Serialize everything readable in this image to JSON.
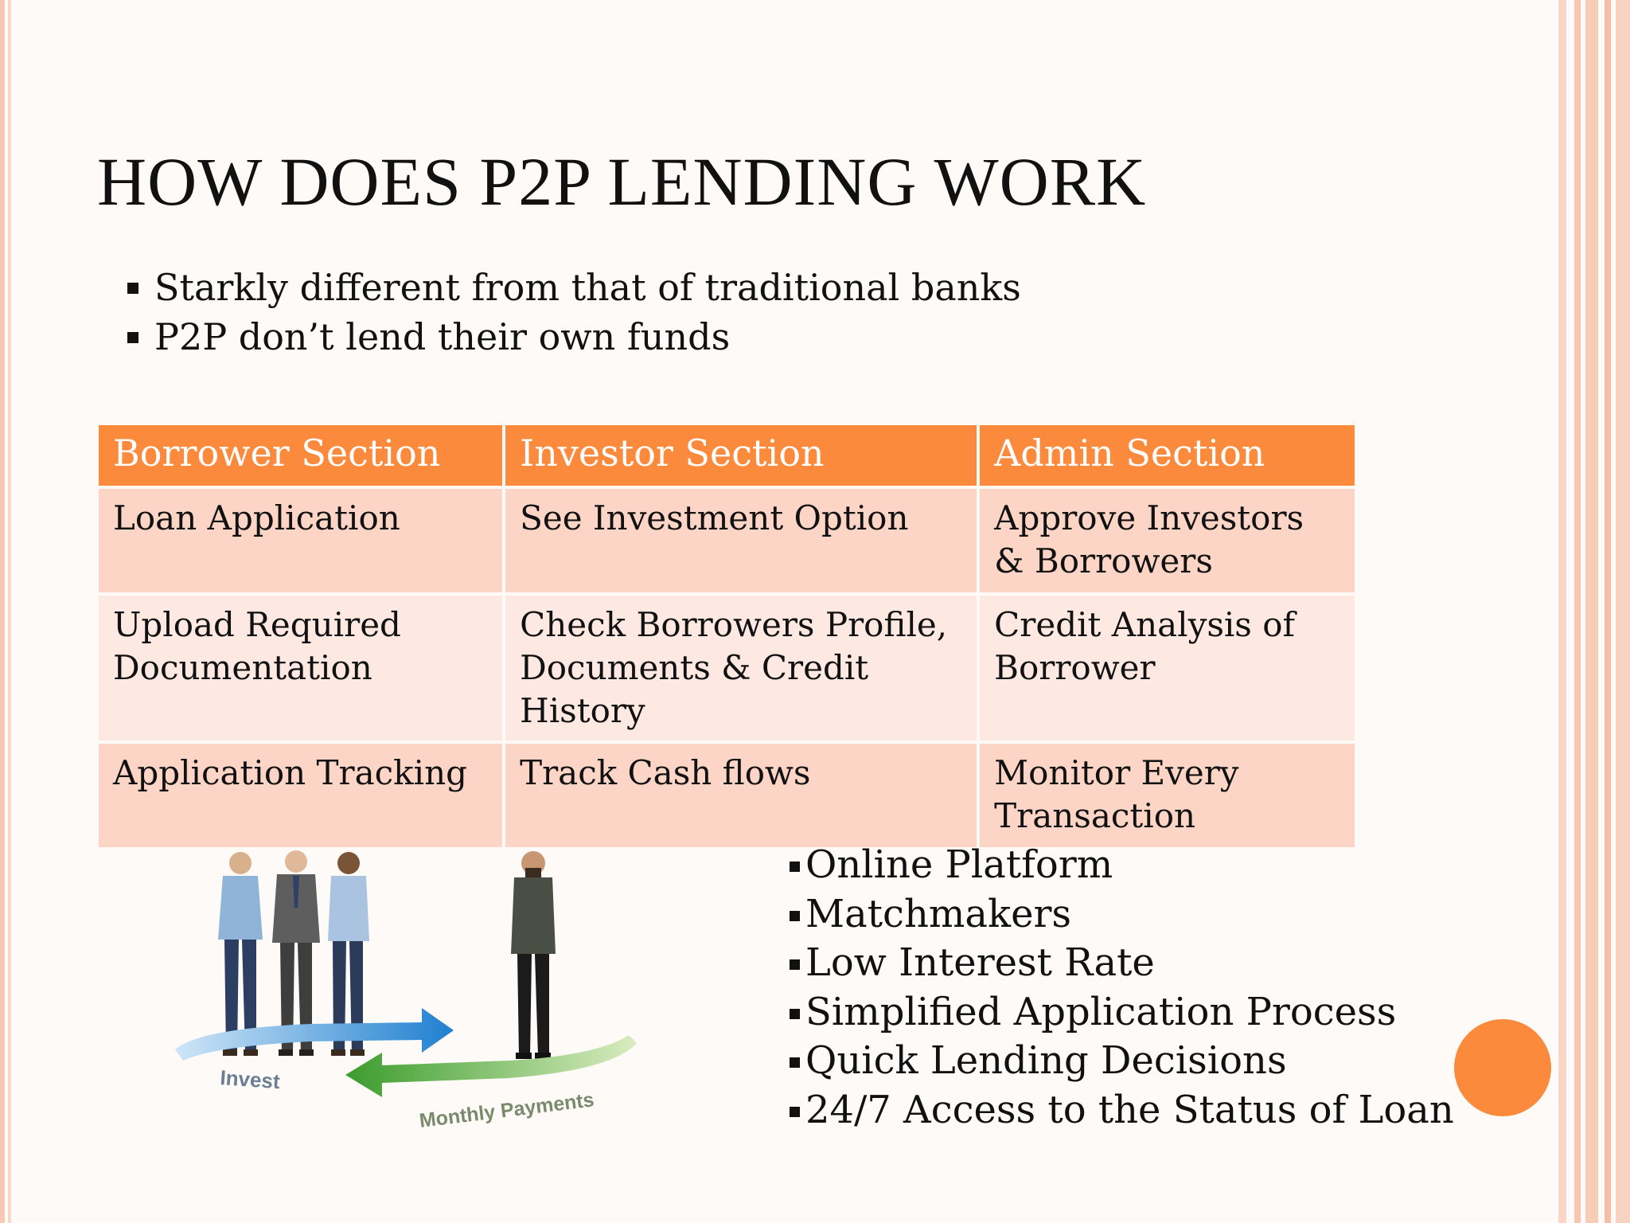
{
  "slide": {
    "title": "HOW DOES P2P LENDING WORK",
    "intro_points": [
      "Starkly different from that of traditional banks",
      "P2P don’t lend their own funds"
    ]
  },
  "table": {
    "headers": [
      "Borrower Section",
      "Investor Section",
      "Admin Section"
    ],
    "rows": [
      [
        "Loan Application",
        "See Investment Option",
        "Approve Investors & Borrowers"
      ],
      [
        "Upload Required Documentation",
        "Check Borrowers Profile, Documents & Credit History",
        "Credit Analysis of Borrower"
      ],
      [
        "Application Tracking",
        "Track Cash flows",
        "Monitor Every Transaction"
      ]
    ],
    "colors": {
      "header": "#fb8a3c",
      "row_dark": "#fcd5c6",
      "row_light": "#fde9e2"
    }
  },
  "illustration": {
    "invest_label": "Invest",
    "payments_label": "Monthly Payments"
  },
  "features": [
    "Online Platform",
    "Matchmakers",
    "Low Interest Rate",
    "Simplified Application Process",
    "Quick Lending Decisions",
    "24/7 Access to the Status of Loan"
  ],
  "accent_color": "#fb8a3c"
}
